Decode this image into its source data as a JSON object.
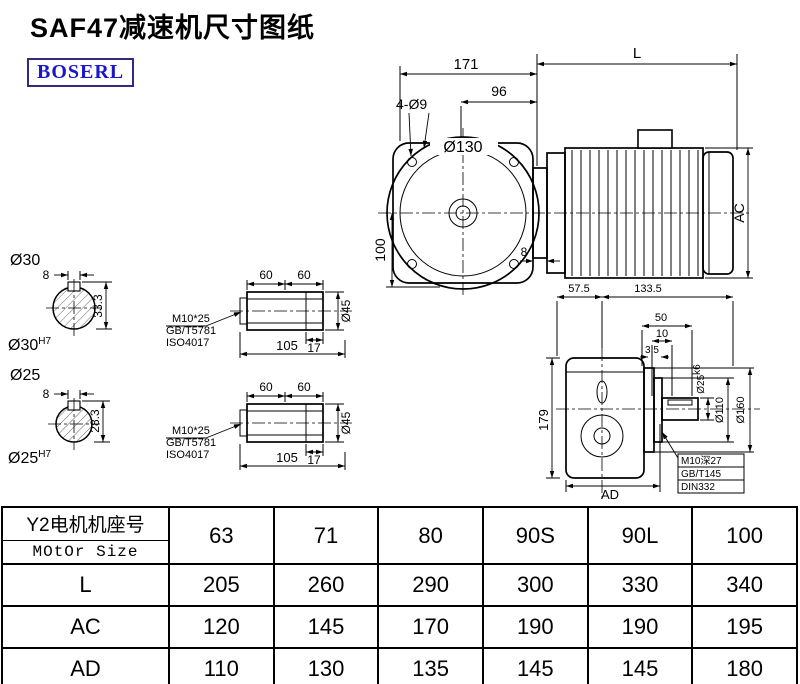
{
  "page": {
    "title": "SAF47减速机尺寸图纸",
    "brand": "BOSERL"
  },
  "front_view": {
    "d171": "171",
    "dL": "L",
    "d96": "96",
    "d4d9": "4-Ø9",
    "d130": "Ø130",
    "d100": "100",
    "dAC": "AC",
    "d8": "8"
  },
  "section_top": {
    "label": "Ø30",
    "key_w": "8",
    "depth": "33.3",
    "bore_base": "Ø30",
    "bore_sup": "H7"
  },
  "section_bottom": {
    "label": "Ø25",
    "key_w": "8",
    "depth": "28.3",
    "bore_base": "Ø25",
    "bore_sup": "H7"
  },
  "shaft_top": {
    "d60a": "60",
    "d60b": "60",
    "d17": "17",
    "d105": "105",
    "d45": "Ø45",
    "note1": "M10*25",
    "note2": "GB/T5781",
    "note3": "ISO4017"
  },
  "shaft_bottom": {
    "d60a": "60",
    "d60b": "60",
    "d17": "17",
    "d105": "105",
    "d45": "Ø45",
    "note1": "M10*25",
    "note2": "GB/T5781",
    "note3": "ISO4017"
  },
  "side_view": {
    "d575": "57.5",
    "d1335": "133.5",
    "d50": "50",
    "d10": "10",
    "d35": "3.5",
    "d179": "179",
    "dAD": "AD",
    "shaft_base": "Ø25",
    "shaft_sup": "k6",
    "d110": "Ø110",
    "d160": "Ø160",
    "note1": "M10深27",
    "note2": "GB/T145",
    "note3": "DIN332"
  },
  "table": {
    "header_cn": "Y2电机机座号",
    "header_en": "MOtOr Size",
    "sizes": [
      "63",
      "71",
      "80",
      "90S",
      "90L",
      "100"
    ],
    "rows": [
      {
        "label": "L",
        "values": [
          "205",
          "260",
          "290",
          "300",
          "330",
          "340"
        ]
      },
      {
        "label": "AC",
        "values": [
          "120",
          "145",
          "170",
          "190",
          "190",
          "195"
        ]
      },
      {
        "label": "AD",
        "values": [
          "110",
          "130",
          "135",
          "145",
          "145",
          "180"
        ]
      }
    ]
  }
}
